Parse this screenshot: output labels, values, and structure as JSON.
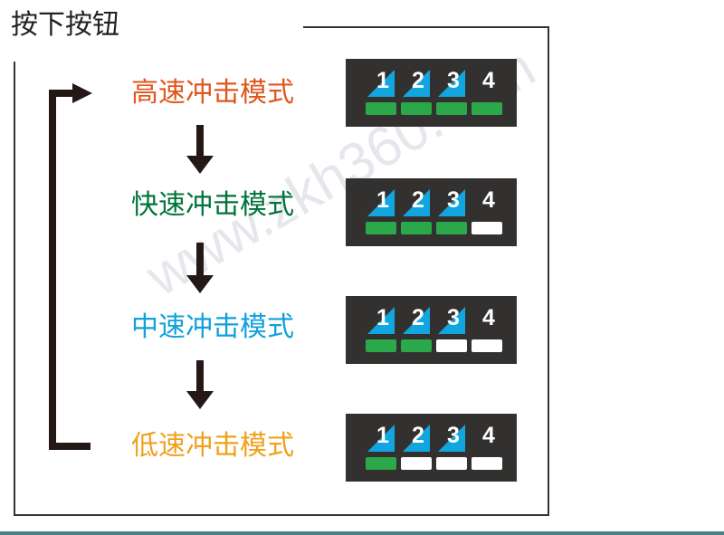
{
  "title": "按下按钮",
  "watermark": "www.zkh360.com",
  "modes": [
    {
      "label": "高速冲击模式",
      "color": "#e0571e",
      "leds": [
        "on",
        "on",
        "on",
        "on"
      ],
      "active_triangles": [
        true,
        true,
        true,
        false
      ]
    },
    {
      "label": "快速冲击模式",
      "color": "#00743b",
      "leds": [
        "on",
        "on",
        "on",
        "off"
      ],
      "active_triangles": [
        true,
        true,
        true,
        false
      ]
    },
    {
      "label": "中速冲击模式",
      "color": "#12a0dc",
      "leds": [
        "on",
        "on",
        "off",
        "off"
      ],
      "active_triangles": [
        true,
        true,
        true,
        false
      ]
    },
    {
      "label": "低速冲击模式",
      "color": "#f0a11e",
      "leds": [
        "on",
        "off",
        "off",
        "off"
      ],
      "active_triangles": [
        true,
        true,
        true,
        false
      ]
    }
  ],
  "switch_numbers": [
    "1",
    "2",
    "3",
    "4"
  ],
  "colors": {
    "led_on": "#2aa84a",
    "led_off": "#ffffff",
    "triangle": "#12a6e0",
    "panel": "#333130"
  }
}
